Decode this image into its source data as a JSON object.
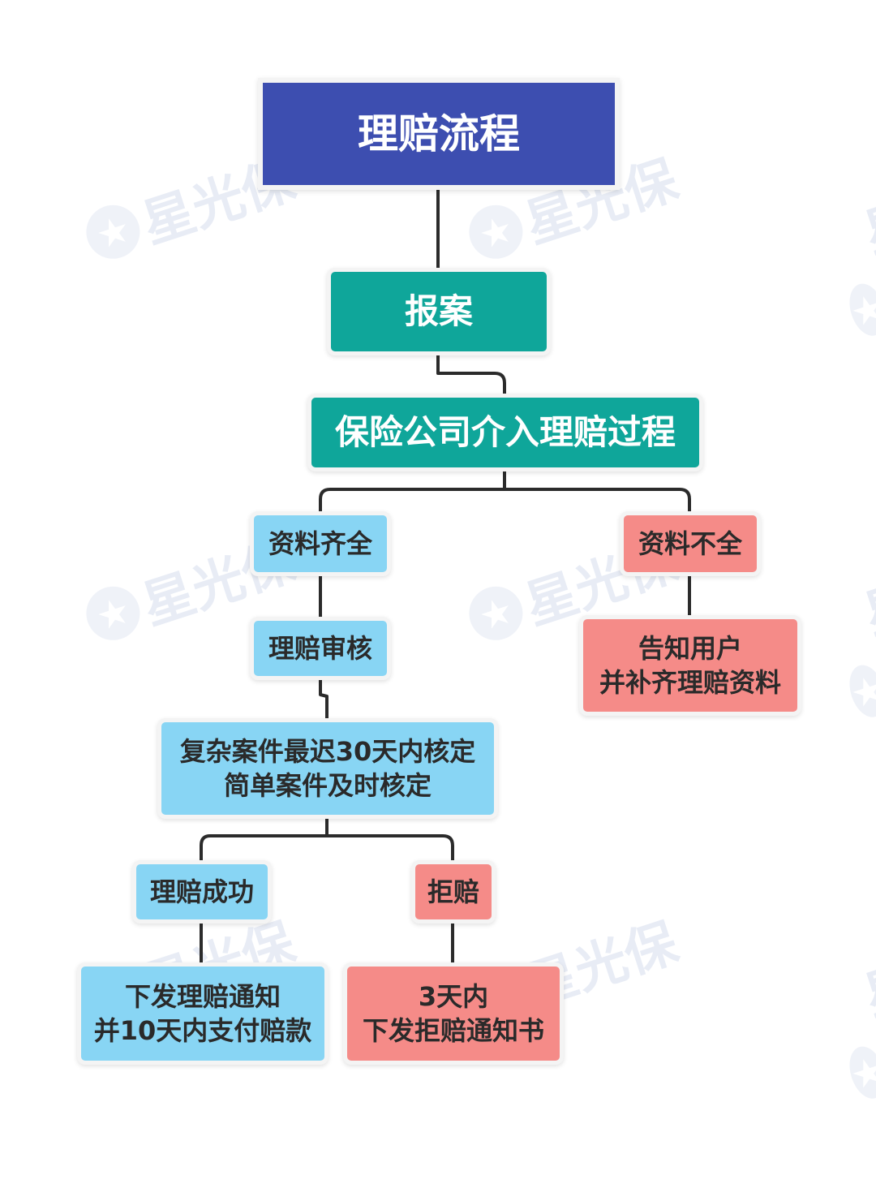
{
  "watermark": {
    "text": "星光保",
    "icon": "star-logo-icon",
    "color": "#e6ebf5"
  },
  "colors": {
    "title_bg": "#3d4eb0",
    "teal": "#0fa69a",
    "success_blue": "#88d5f4",
    "failure_red": "#f58b88",
    "connector": "#2b2b2b"
  },
  "title": "理赔流程",
  "nodes": {
    "report": "报案",
    "insurer_involved": "保险公司介入理赔过程",
    "docs_complete": "资料齐全",
    "docs_incomplete": "资料不全",
    "notify_user": {
      "line1": "告知用户",
      "line2": "并补齐理赔资料"
    },
    "claim_review": "理赔审核",
    "verification": {
      "line1": "复杂案件最迟30天内核定",
      "line2": "简单案件及时核定"
    },
    "claim_success": "理赔成功",
    "claim_denied": "拒赔",
    "payout": {
      "line1": "下发理赔通知",
      "line2": "并10天内支付赔款"
    },
    "denial_notice": {
      "line1": "3天内",
      "line2": "下发拒赔通知书"
    }
  }
}
